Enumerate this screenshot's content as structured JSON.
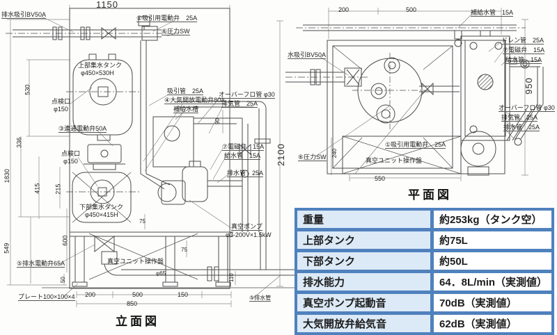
{
  "colors": {
    "line": "#4b4b4b",
    "dim_line": "#8a8a8a",
    "table_border": "#4f81bd",
    "table_header_bg": "#dce9f6"
  },
  "elevation": {
    "title": "立面図",
    "labels": {
      "dim_width": "1150",
      "drain_suction": "排水吸引BV50A",
      "suction_motor_valve": "①吸引用電動弁　25A",
      "pressure_sw": "⑥圧力SW",
      "upper_tank_name": "上部集水タンク",
      "upper_tank_size": "φ450×530H",
      "inspection_port_upper": "点検口",
      "inspection_port_upper_size": "φ150",
      "suction_pipe": "吸引管　25A",
      "air_release_valve": "④大気開放電動弁80A",
      "aux_water_tank": "補給水槽",
      "overflow_pipe": "オーバーフロ管 φ30",
      "exhaust_pipe": "排気管　25A",
      "connect_valve": "③連通電動弁50A",
      "dim_90": "90",
      "solenoid_valve": "⑦電磁弁　15A",
      "feed_pipe": "給水管　15A",
      "inspection_port_lower": "点検口",
      "inspection_port_lower_size": "φ150",
      "drain_pipe": "排水管　25A",
      "lower_tank_name": "下部集水タンク",
      "lower_tank_size": "φ450×415H",
      "vacuum_pump": "真空ポンプ",
      "vacuum_pump_spec": "φ3-200V×1.5kW",
      "drain_motor_valve": "⑤排水電動弁65A",
      "control_panel": "真空ユニット操作盤",
      "dim_phi65": "φ65",
      "dim_75a": "75",
      "dim_75b": "75",
      "dim_110": "110",
      "dim_50": "50",
      "plate": "プレート100×100×4",
      "dim_200": "200",
      "dim_500": "500",
      "dim_150": "150",
      "dim_850": "850",
      "drain_out": "⑤排水管",
      "dim_1830": "1830",
      "dim_530": "530",
      "dim_336": "336",
      "dim_415": "415",
      "dim_215": "215",
      "dim_600": "600",
      "dim_549": "549",
      "dim_height": "2100"
    }
  },
  "plan": {
    "title": "平面図",
    "labels": {
      "dim_200": "200",
      "dim_500": "500",
      "makeup_pipe": "補給水管　15A",
      "drain_hose": "ドレン管　25A",
      "solenoid_valve": "⑦電磁弁　15A",
      "feed_pipe": "給水管　15A",
      "suction_bv": "水吸引BV50A",
      "dim_depth": "950",
      "overflow_pipe": "オーバーフロ管 φ30",
      "exhaust_pipe": "排気管　25A",
      "drain_pipe": "排水管　25A",
      "pressure_sw": "⑥圧力SW",
      "suction_motor_valve": "①吸引用電動弁　25A",
      "control_panel": "真空ユニット操作盤",
      "dim_550": "550",
      "dim_240": "240"
    }
  },
  "spec_table": {
    "rows": [
      {
        "label": "重量",
        "value": "約253kg（タンク空）"
      },
      {
        "label": "上部タンク",
        "value": "約75L"
      },
      {
        "label": "下部タンク",
        "value": "約50L"
      },
      {
        "label": "排水能力",
        "value": "64．8L/min（実測値）"
      },
      {
        "label": "真空ポンプ起動音",
        "value": "70dB（実測値）"
      },
      {
        "label": "大気開放弁給気音",
        "value": "62dB（実測値）"
      }
    ]
  }
}
